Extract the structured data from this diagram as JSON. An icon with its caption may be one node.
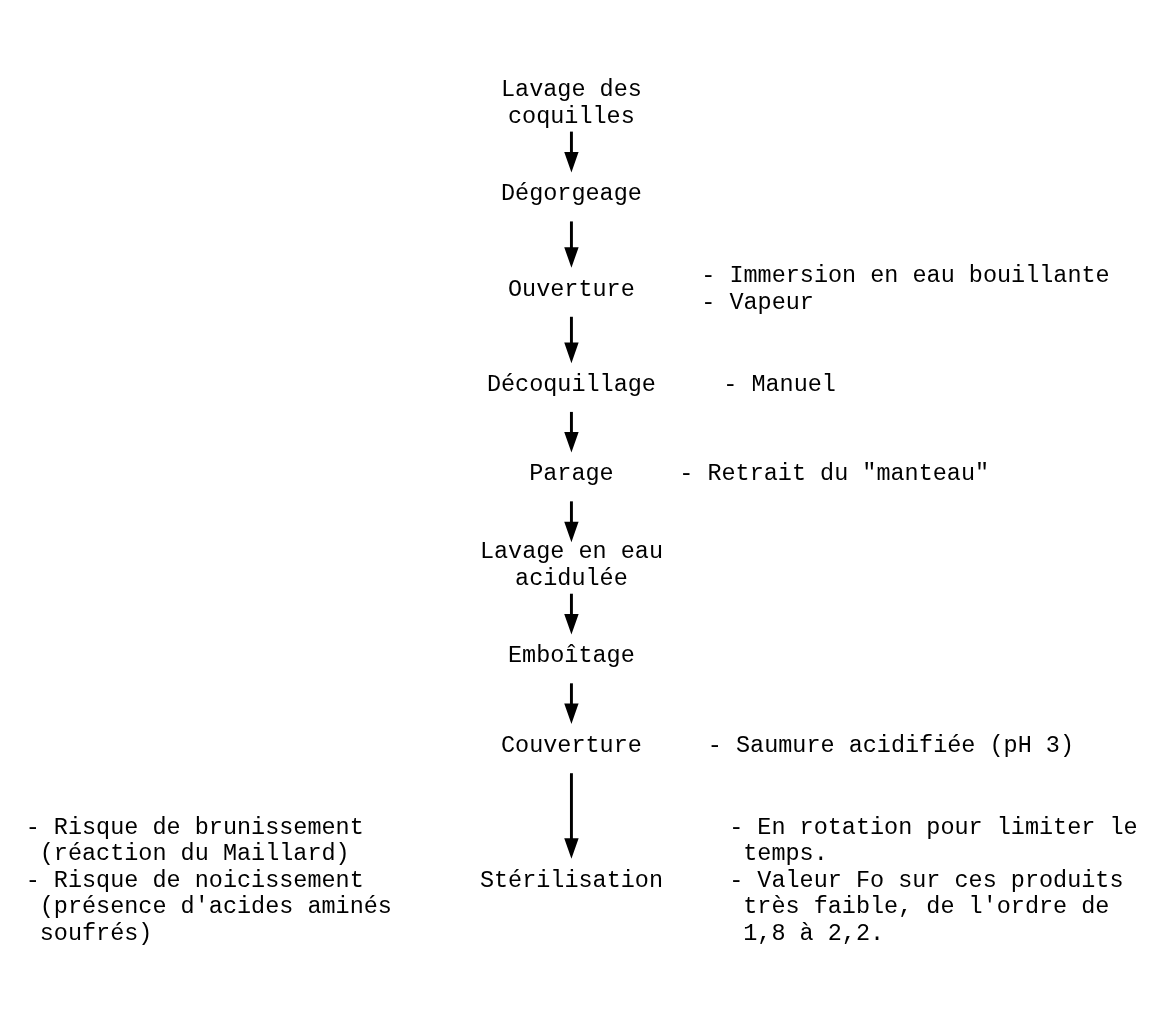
{
  "diagram": {
    "nodes": [
      {
        "text": [
          "Lavage des coquilles"
        ]
      },
      {
        "text": [
          "Dégorgeage"
        ]
      },
      {
        "text": [
          "Ouverture"
        ],
        "beside": [
          "- Immersion en eau bouillante",
          "- Vapeur"
        ]
      },
      {
        "text": [
          "Décoquillage"
        ],
        "beside": [
          "- Manuel"
        ]
      },
      {
        "text": [
          "Parage"
        ],
        "beside": [
          "- Retrait du \"manteau\""
        ]
      },
      {
        "text": [
          "Lavage en eau acidulée"
        ]
      },
      {
        "text": [
          "Emboîtage"
        ]
      },
      {
        "text": [
          "Couverture"
        ],
        "beside": [
          "- Saumure acidifiée (pH 3)"
        ]
      },
      {
        "text": [
          "Stérilisation"
        ],
        "beside": [
          "- En rotation pour limiter le temps.",
          "- Valeur Fo sur ces produits très faible, de l'ordre de 1,8 à 2,2."
        ]
      }
    ],
    "edges": [
      {
        "from": 0,
        "to": 1,
        "arrow": "to"
      },
      {
        "from": 1,
        "to": 2,
        "arrow": "to"
      },
      {
        "from": 2,
        "to": 3,
        "arrow": "to"
      },
      {
        "from": 3,
        "to": 4,
        "arrow": "to"
      },
      {
        "from": 4,
        "to": 5,
        "arrow": "to"
      },
      {
        "from": 5,
        "to": 6,
        "arrow": "to"
      },
      {
        "from": 6,
        "to": 7,
        "arrow": "to"
      },
      {
        "from": 7,
        "to": 8,
        "arrow": "to"
      }
    ],
    "labels": [
      "- Risque de brunissement (réaction du Maillard)",
      "- Risque de noicissement (présence d'acides aminés soufrés)"
    ]
  }
}
